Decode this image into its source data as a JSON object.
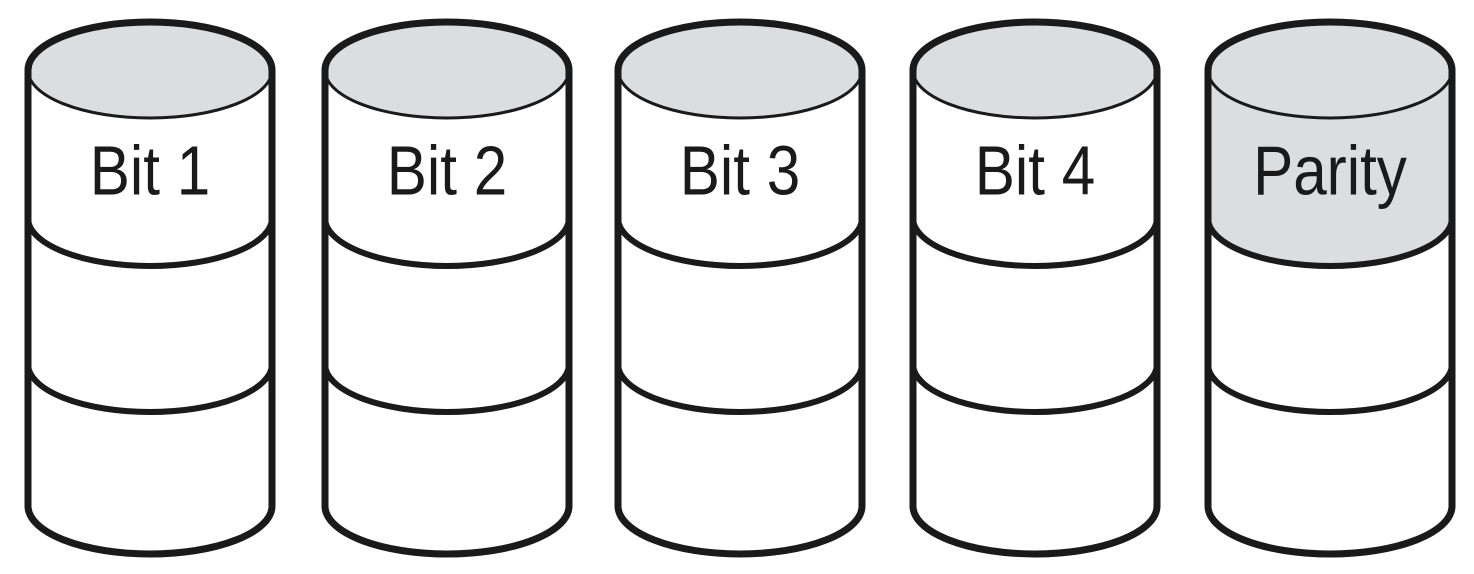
{
  "disks": [
    {
      "label": "Bit 1",
      "role": "data",
      "label_fill": "#ffffff"
    },
    {
      "label": "Bit 2",
      "role": "data",
      "label_fill": "#ffffff"
    },
    {
      "label": "Bit 3",
      "role": "data",
      "label_fill": "#ffffff"
    },
    {
      "label": "Bit 4",
      "role": "data",
      "label_fill": "#ffffff"
    },
    {
      "label": "Parity",
      "role": "parity",
      "label_fill": "#dcdddf"
    }
  ],
  "colors": {
    "stroke": "#1a1a1a",
    "top_face": "#dcdddf",
    "body": "#ffffff"
  },
  "icons": [
    "disk-cylinder-icon"
  ]
}
